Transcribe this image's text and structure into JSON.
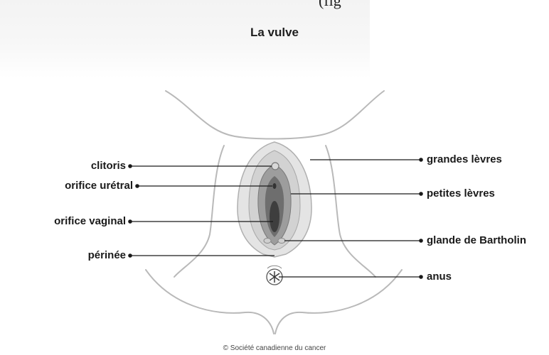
{
  "top_snippet": "(fig",
  "title": "La vulve",
  "labels": {
    "clitoris": "clitoris",
    "orifice_uretral": "orifice urétral",
    "orifice_vaginal": "orifice vaginal",
    "perinee": "périnée",
    "grandes_levres": "grandes lèvres",
    "petites_levres": "petites lèvres",
    "glande_bartholin": "glande de Bartholin",
    "anus": "anus"
  },
  "credit": "© Société canadienne du cancer",
  "colors": {
    "outline": "#b9b9b9",
    "leader_line": "#1a1a1a",
    "tissue_light": "#d9d9d9",
    "tissue_mid": "#9a9a9a",
    "tissue_dark": "#4a4a4a"
  }
}
